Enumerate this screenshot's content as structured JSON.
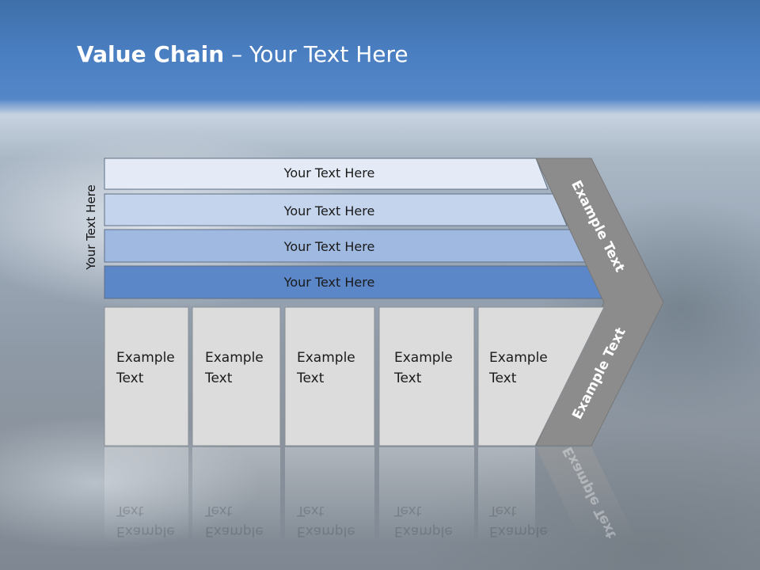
{
  "title": {
    "bold": "Value Chain",
    "separator": " – ",
    "rest": "Your Text Here"
  },
  "side_label": "Your Text Here",
  "rows": [
    {
      "label": "Your Text Here",
      "fill": "#e4ebf6"
    },
    {
      "label": "Your Text Here",
      "fill": "#c3d4ec"
    },
    {
      "label": "Your Text Here",
      "fill": "#9fb9e1"
    },
    {
      "label": "Your Text Here",
      "fill": "#5b86c8"
    }
  ],
  "boxes": [
    {
      "line1": "Example",
      "line2": "Text"
    },
    {
      "line1": "Example",
      "line2": "Text"
    },
    {
      "line1": "Example",
      "line2": "Text"
    },
    {
      "line1": "Example",
      "line2": "Text"
    },
    {
      "line1": "Example",
      "line2": "Text"
    }
  ],
  "chevron": {
    "upper": "Example Text",
    "lower": "Example Text",
    "fill": "#8c8c8c"
  },
  "colors": {
    "box_fill": "#dcdcdc",
    "border": "#5f6f86"
  }
}
